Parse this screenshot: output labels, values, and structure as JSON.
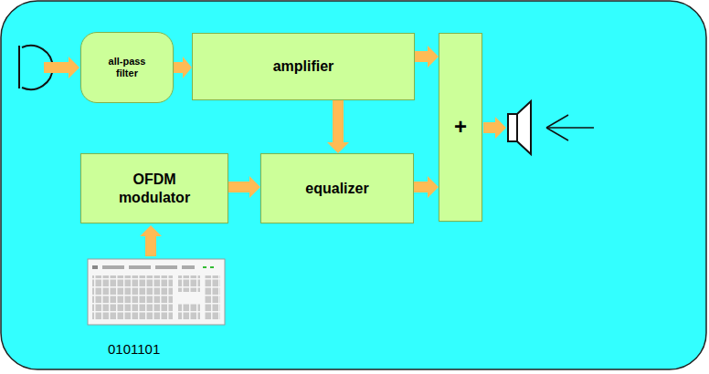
{
  "diagram": {
    "nodes": [
      {
        "text": [
          "all-pass filter"
        ]
      },
      {
        "text": [
          "amplifier"
        ]
      },
      {
        "text": [
          "OFDM modulator"
        ]
      },
      {
        "text": [
          "equalizer"
        ]
      },
      {
        "text": [
          "+"
        ]
      }
    ],
    "edges": [
      {
        "from": 0,
        "to": 1,
        "arrow": "to"
      },
      {
        "from": 1,
        "to": 4,
        "arrow": "to"
      },
      {
        "from": 1,
        "to": 3,
        "arrow": "to"
      },
      {
        "from": 2,
        "to": 3,
        "arrow": "to"
      },
      {
        "from": 3,
        "to": 4,
        "arrow": "to"
      }
    ],
    "labels": [
      "0101101"
    ]
  }
}
